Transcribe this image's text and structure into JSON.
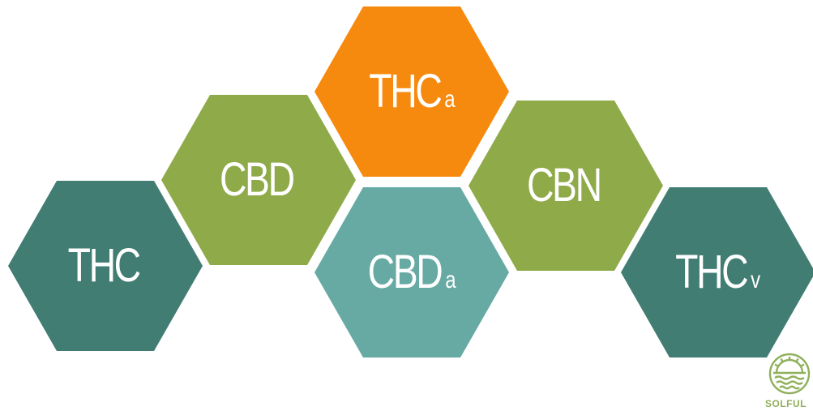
{
  "colors": {
    "teal_dark": "#417d73",
    "olive_green": "#8faa49",
    "orange": "#f68a0e",
    "teal_light": "#66aaa3",
    "logo_green": "#8fb05a",
    "text": "#ffffff"
  },
  "hexagons": [
    {
      "id": "thc",
      "main": "THC",
      "sub": "",
      "color": "#417d73"
    },
    {
      "id": "cbd",
      "main": "CBD",
      "sub": "",
      "color": "#8faa49"
    },
    {
      "id": "thca",
      "main": "THC",
      "sub": "a",
      "color": "#f68a0e"
    },
    {
      "id": "cbda",
      "main": "CBD",
      "sub": "a",
      "color": "#66aaa3"
    },
    {
      "id": "cbn",
      "main": "CBN",
      "sub": "",
      "color": "#8faa49"
    },
    {
      "id": "thcv",
      "main": "THC",
      "sub": "v",
      "color": "#417d73"
    }
  ],
  "logo": {
    "text": "SOLFUL",
    "icon": "sun-over-waves-logo"
  }
}
